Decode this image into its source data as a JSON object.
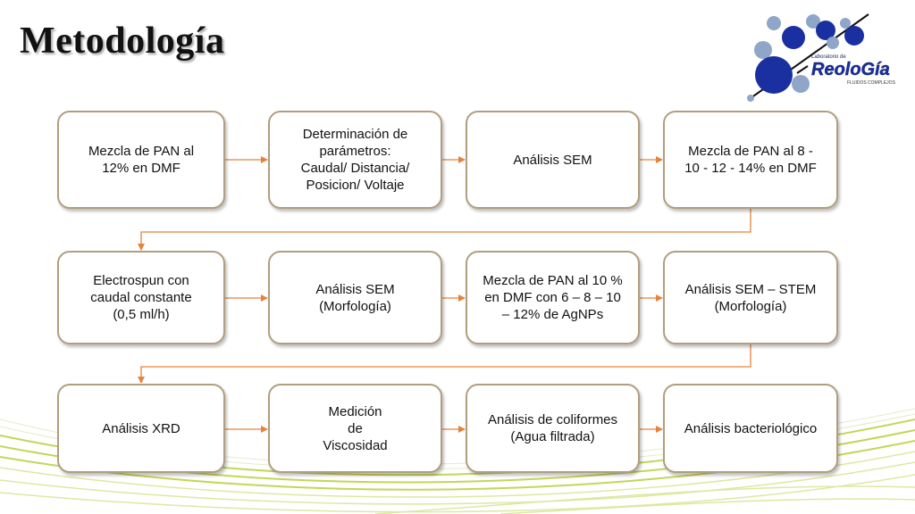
{
  "title": "Metodología",
  "logo": {
    "top_text": "Laboratorio de",
    "brand": "ReoloGía",
    "sub_text": "FLUIDOS COMPLEJOS"
  },
  "colors": {
    "box_border": "#b19e7f",
    "arrow": "#e8823a",
    "logo_dark_blue": "#1a2fa0",
    "logo_light_blue": "#8fa6c8",
    "wave_green": "#b9cf3a"
  },
  "steps": [
    {
      "row": 1,
      "lines": [
        "Mezcla de PAN al",
        "12% en DMF"
      ]
    },
    {
      "row": 1,
      "lines": [
        "Determinación de",
        "parámetros:",
        "Caudal/ Distancia/",
        "Posicion/ Voltaje"
      ]
    },
    {
      "row": 1,
      "lines": [
        "Análisis SEM"
      ]
    },
    {
      "row": 1,
      "lines": [
        "Mezcla de PAN al 8 -",
        "10 - 12 - 14% en DMF"
      ]
    },
    {
      "row": 2,
      "lines": [
        "Electrospun con",
        "caudal constante",
        "(0,5 ml/h)"
      ]
    },
    {
      "row": 2,
      "lines": [
        "Análisis SEM",
        "(Morfología)"
      ]
    },
    {
      "row": 2,
      "lines": [
        "Mezcla de PAN al 10 %",
        "en DMF con 6 – 8 – 10",
        "– 12% de AgNPs"
      ]
    },
    {
      "row": 2,
      "lines": [
        "Análisis SEM – STEM",
        "(Morfología)"
      ]
    },
    {
      "row": 3,
      "lines": [
        "Análisis XRD"
      ]
    },
    {
      "row": 3,
      "lines": [
        "Medición",
        "de",
        "Viscosidad"
      ]
    },
    {
      "row": 3,
      "lines": [
        "Análisis de coliformes",
        "(Agua filtrada)"
      ]
    },
    {
      "row": 3,
      "lines": [
        "Análisis bacteriológico"
      ]
    }
  ]
}
